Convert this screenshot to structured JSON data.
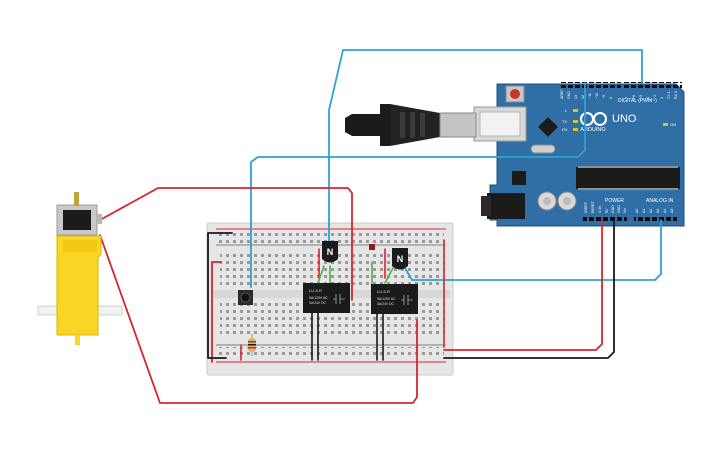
{
  "arduino": {
    "brand": "ARDUINO",
    "model": "UNO",
    "digital_label": "DIGITAL (PWM~)",
    "power_label": "POWER",
    "analog_label": "ANALOG IN",
    "pin_aref": "AREF",
    "pin_gnd": "GND",
    "pin_13": "13",
    "pin_12": "12",
    "pin_11": "~11",
    "pin_10": "~10",
    "pin_9": "~9",
    "pin_8": "8",
    "pin_7": "7",
    "pin_6": "~6",
    "pin_5": "~5",
    "pin_4": "4",
    "pin_3": "~3",
    "pin_2": "2",
    "pin_tx1": "TX 1",
    "pin_rx0": "RX 0",
    "led_l": "L",
    "led_tx": "TX",
    "led_rx": "RX",
    "led_on": "ON",
    "pwr_ioref": "IOREF",
    "pwr_reset": "RESET",
    "pwr_3v3": "3.3V",
    "pwr_5v": "5V",
    "pwr_gnd1": "GND",
    "pwr_gnd2": "GND",
    "pwr_vin": "Vin",
    "an_a0": "A0",
    "an_a1": "A1",
    "an_a2": "A2",
    "an_a3": "A3",
    "an_a4": "A4",
    "an_a5": "A5"
  },
  "relay1": {
    "model": "LU-5-R",
    "rating_line1": "5A/125V AC",
    "rating_line2": "3A/24V DC"
  },
  "relay2": {
    "model": "LU-5-R",
    "rating_line1": "5A/125V AC",
    "rating_line2": "3A/24V DC"
  },
  "transistor1": {
    "type": "N"
  },
  "transistor2": {
    "type": "N"
  },
  "colors": {
    "board": "#2f6fa6",
    "wire_red": "#d7262e",
    "wire_blue": "#2ea2d2",
    "wire_black": "#1a1a1a",
    "wire_green": "#4cb34c",
    "motor_yellow": "#f7d626"
  }
}
